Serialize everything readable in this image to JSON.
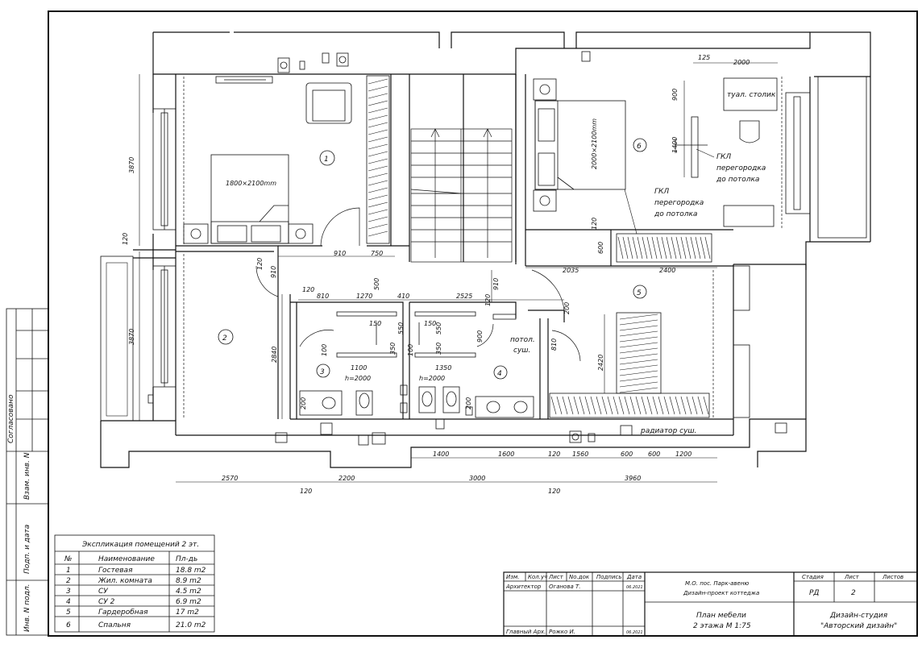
{
  "labels": {
    "bed1": "1800×2100mm",
    "bed2": "2000×2100mm",
    "tualet_table": "туал. столик",
    "gkl_1": "ГКЛ",
    "gkl_1_b": "перегородка",
    "gkl_1_c": "до потолка",
    "gkl_2": "ГКЛ",
    "gkl_2_b": "перегородка",
    "gkl_2_c": "до потолка",
    "ceil_dryer": "потол.",
    "ceil_dryer_b": "суш.",
    "radiator": "радиатор суш.",
    "h_left": "h=2000",
    "h_right": "h=2000"
  },
  "rooms": [
    "1",
    "2",
    "3",
    "4",
    "5",
    "6"
  ],
  "dims": {
    "d125": "125",
    "d2000": "2000",
    "d900": "900",
    "d1400": "1400",
    "d3870a": "3870",
    "d3870b": "3870",
    "d120a": "120",
    "d910a": "910",
    "d750": "750",
    "d500": "500",
    "d120b": "120",
    "d910b": "910",
    "d120c": "120",
    "d600a": "600",
    "d2035": "2035",
    "d2400": "2400",
    "d120d": "120",
    "d810": "810",
    "d1270": "1270",
    "d410": "410",
    "d2525": "2525",
    "d120e": "120",
    "d910c": "910",
    "d200a": "200",
    "d150a": "150",
    "d150b": "150",
    "d550a": "550",
    "d350a": "350",
    "d550b": "550",
    "d350b": "350",
    "d900b": "900",
    "d100a": "100",
    "d100b": "100",
    "d1100": "1100",
    "d1350": "1350",
    "d810b": "810",
    "d2840": "2840",
    "d2420": "2420",
    "d200b": "200",
    "d200c": "200",
    "d1400b": "1400",
    "d1600": "1600",
    "d120f": "120",
    "d1560": "1560",
    "d600b": "600",
    "d600c": "600",
    "d1200": "1200",
    "d2570": "2570",
    "d2200": "2200",
    "d120g": "120",
    "d3000": "3000",
    "d120h": "120",
    "d3960": "3960"
  },
  "side_stamp": {
    "agreed": "Согласовано",
    "inv_replace": "Взам. инв. N",
    "sign_date": "Подп. и дата",
    "inv_orig": "Инв. N подл."
  },
  "explication": {
    "title": "Экспликация помещений 2 эт.",
    "headers": [
      "№",
      "Наименование",
      "Пл-дь"
    ],
    "rows": [
      [
        "1",
        "Гостевая",
        "18.8 m2"
      ],
      [
        "2",
        "Жил. комната",
        "8.9 m2"
      ],
      [
        "3",
        "СУ",
        "4.5 m2"
      ],
      [
        "4",
        "СУ 2",
        "6.9 m2"
      ],
      [
        "5",
        "Гардеробная",
        "17 m2"
      ],
      [
        "6",
        "Спальня",
        "21.0 m2"
      ]
    ]
  },
  "title_block": {
    "h_izm": "Изм.",
    "h_kol": "Кол.уч",
    "h_list": "Лист",
    "h_ndok": "Nо.док",
    "h_podp": "Подпись",
    "h_data": "Дата",
    "r1_role": "Архитектор",
    "r1_name": "Оганова Т.",
    "r1_date": "06.2021",
    "r2_role": "Главный Арх.",
    "r2_name": "Рожко И.",
    "r2_date": "06.2021",
    "project_1": "М.О. пос. Парк-авеню",
    "project_2": "Дизайн-проект коттеджа",
    "drawing_1": "План мебели",
    "drawing_2": "2 этажа М 1:75",
    "h_stage": "Стадия",
    "h_sheet": "Лист",
    "h_sheets": "Листов",
    "stage": "РД",
    "sheet": "2",
    "org_1": "Дизайн-студия",
    "org_2": "\"Авторский дизайн\""
  }
}
